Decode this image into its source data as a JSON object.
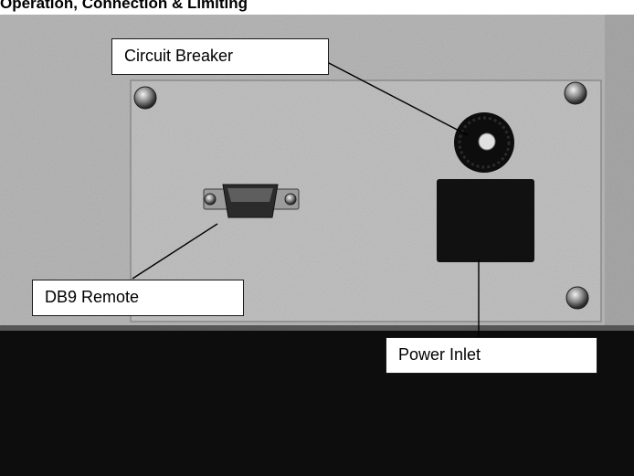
{
  "header": {
    "caption": "Operation, Connection & Limiting"
  },
  "callouts": {
    "circuit_breaker": "Circuit Breaker",
    "db9_remote": "DB9 Remote",
    "power_inlet": "Power Inlet"
  }
}
